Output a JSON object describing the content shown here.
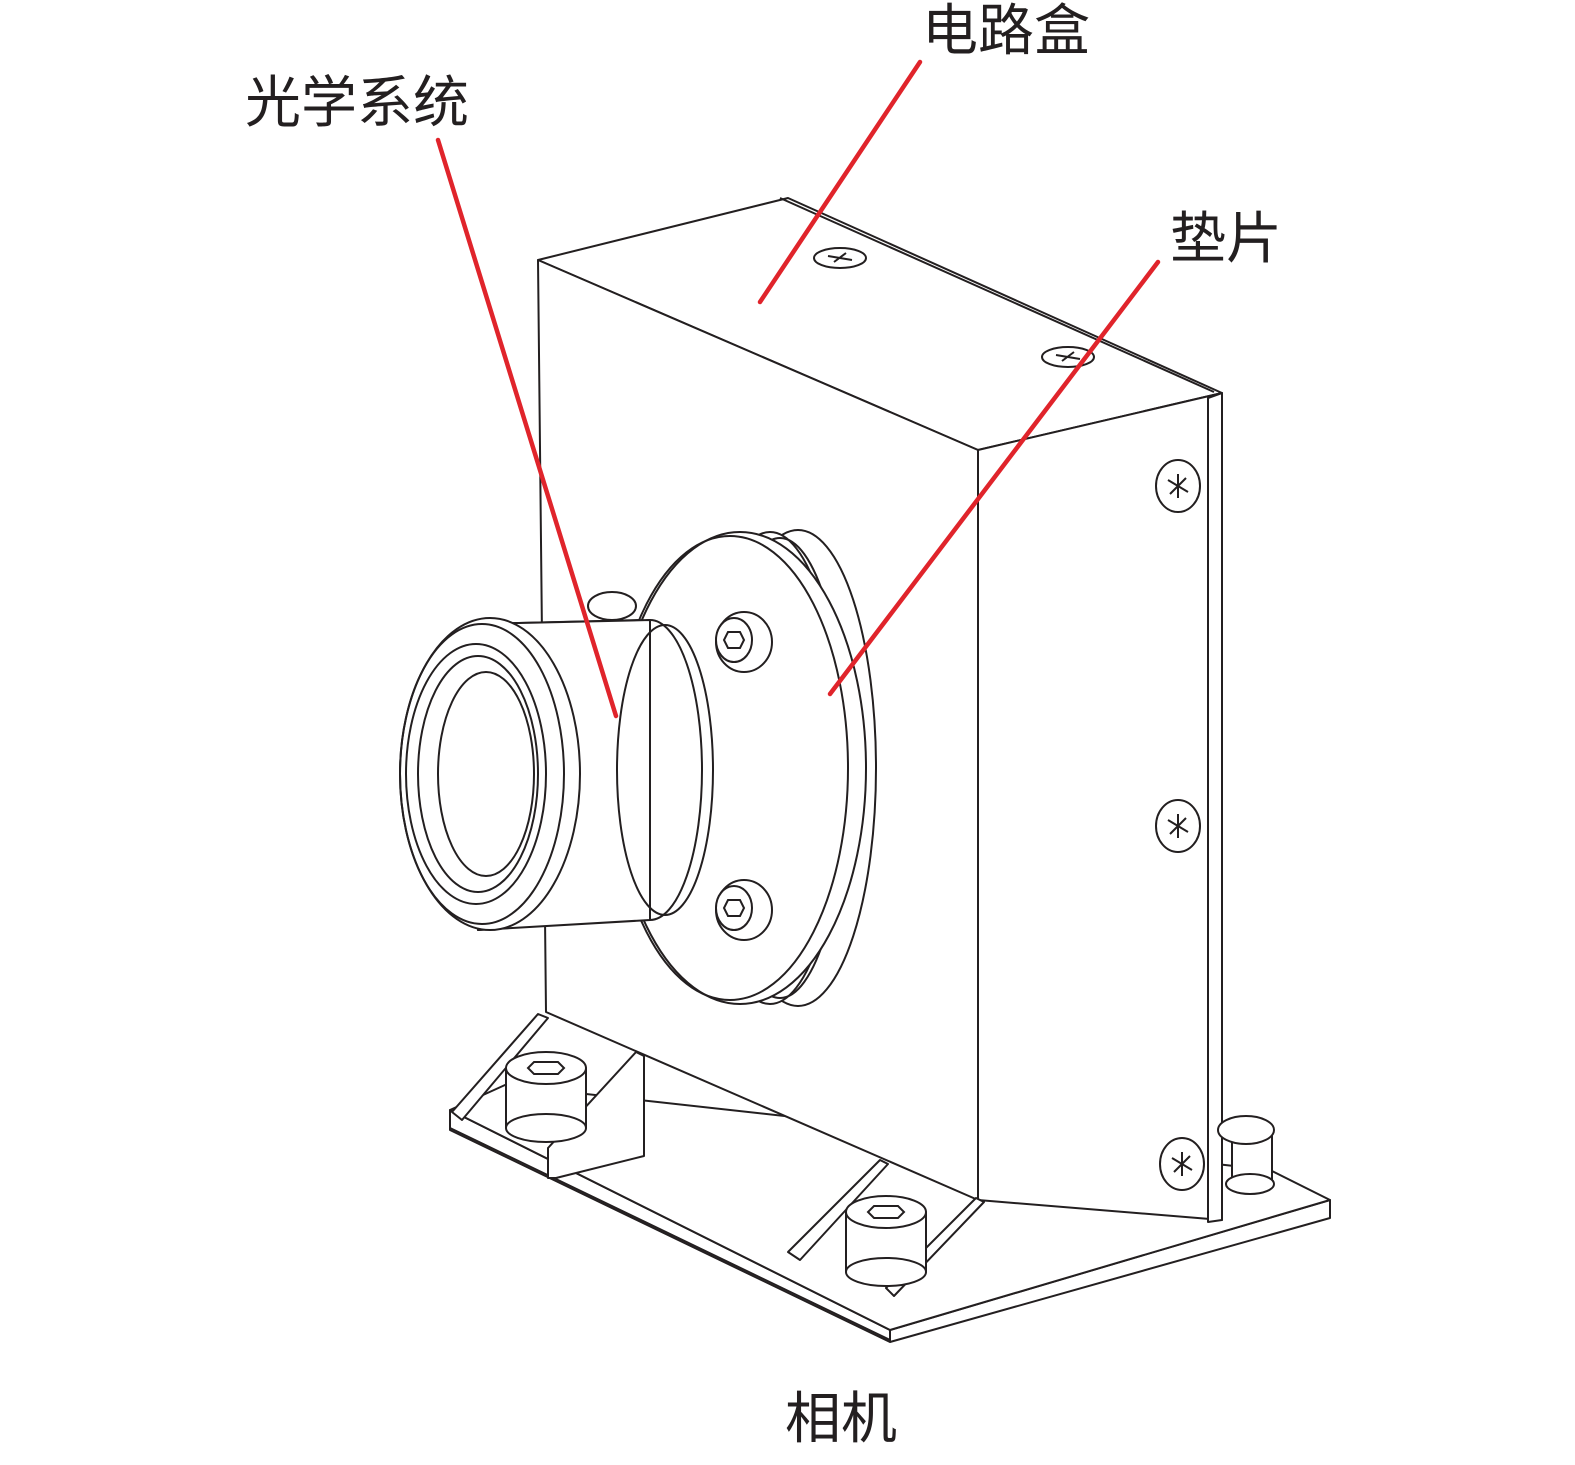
{
  "labels": {
    "circuit_box": "电路盒",
    "optical_system": "光学系统",
    "gasket": "垫片",
    "camera": "相机"
  },
  "colors": {
    "line": "#231f20",
    "leader": "#e0242b",
    "background": "#ffffff"
  }
}
